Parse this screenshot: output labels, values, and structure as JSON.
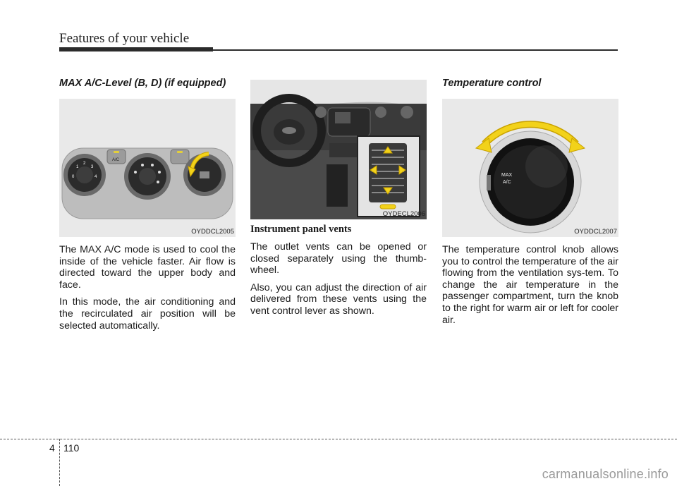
{
  "header": {
    "title": "Features of your vehicle"
  },
  "col1": {
    "heading": "MAX A/C-Level (B, D) (if equipped)",
    "figure_code": "OYDDCL2005",
    "paragraphs": [
      "The MAX A/C mode is used to cool the inside of the vehicle faster. Air flow is directed toward the upper body and face.",
      "In this mode, the air conditioning and the recirculated air position will be selected automatically."
    ],
    "panel_labels": {
      "ac": "A/C",
      "dial": [
        "0",
        "1",
        "2",
        "3",
        "4"
      ]
    }
  },
  "col2": {
    "figure_code": "OYDECL2006",
    "subheading": "Instrument panel vents",
    "paragraphs": [
      "The outlet vents can be opened or closed separately using the thumb-wheel.",
      "Also, you can adjust the direction of air delivered from these vents using the vent control lever as shown."
    ]
  },
  "col3": {
    "heading": "Temperature control",
    "figure_code": "OYDDCL2007",
    "knob_label_line1": "MAX",
    "knob_label_line2": "A/C",
    "paragraphs": [
      "The temperature control knob allows you to control the temperature of the air flowing from the ventilation sys-tem. To change the air temperature in the passenger compartment, turn the knob to the right for warm air or left for cooler air."
    ]
  },
  "footer": {
    "chapter": "4",
    "page": "110",
    "watermark": "carmanualsonline.info"
  },
  "colors": {
    "arrow": "#f2d21a",
    "arrow_stroke": "#c9a200"
  }
}
